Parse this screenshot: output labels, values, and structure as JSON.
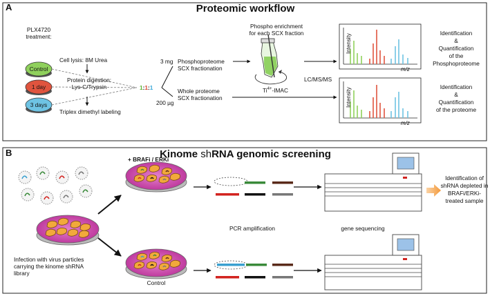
{
  "panel_a": {
    "letter": "A",
    "title": "Proteomic workflow",
    "treatment_label": [
      "PLX4720",
      "treatment:"
    ],
    "samples": [
      "Control",
      "1 day",
      "3 days"
    ],
    "sample_colors": [
      "#8fd05c",
      "#e0543e",
      "#6ec3e3"
    ],
    "steps": [
      "Cell lysis: 8M Urea",
      "Protein digestion:",
      "Lys-C/Trypsin",
      "Triplex dimethyl labeling"
    ],
    "ratio": [
      "1",
      ":",
      "1",
      ":",
      "1"
    ],
    "amount_phospho": "3 mg",
    "amount_whole": "200 µg",
    "phospho_branch": [
      "Phosphoproteome",
      "SCX fractionation"
    ],
    "whole_branch": [
      "Whole proteome",
      "SCX fractionation"
    ],
    "enrichment": [
      "Phospho enrichment",
      "for each SCX fraction"
    ],
    "imac_text": "Ti",
    "imac_sup": "4+",
    "imac_suffix": "-IMAC",
    "lcms": "LC/MS/MS",
    "spectrum_ylabel": "Intensity",
    "spectrum_xlabel": "m/z",
    "result_phospho": [
      "Identification",
      "&",
      "Quantification",
      "of the",
      "Phosphoproteome"
    ],
    "result_proteome": [
      "Identification",
      "&",
      "Quantification",
      "of the proteome"
    ]
  },
  "panel_b": {
    "letter": "B",
    "title_pre": "Kinome ",
    "title_sh": "sh",
    "title_post": "RNA genomic screening",
    "treated_label": "+ BRAFi / ERKi",
    "control_label": "Control",
    "infection": [
      "Infection with virus particles",
      "carrying the kinome shRNA",
      "library"
    ],
    "pcr": "PCR amplification",
    "sequencing": "gene sequencing",
    "result": [
      "Identification of",
      "shRNA depleted in",
      "BRAFi/ERKi-",
      "treated sample"
    ],
    "barcode_colors": {
      "treated_top": [
        "none",
        "#3a8a3a",
        "#5a2a1a"
      ],
      "treated_bottom": [
        "#d2231f",
        "#111111",
        "#777777"
      ],
      "control_top": [
        "#3aa0d0",
        "#3a8a3a",
        "#5a2a1a"
      ],
      "control_bottom": [
        "#d2231f",
        "#111111",
        "#777777"
      ]
    }
  },
  "colors": {
    "dish_magenta": "#cf3fa8",
    "cell_orange": "#f2a93b",
    "arrow_orange": "#f39a3c",
    "screen_blue": "#9cc2e8"
  }
}
